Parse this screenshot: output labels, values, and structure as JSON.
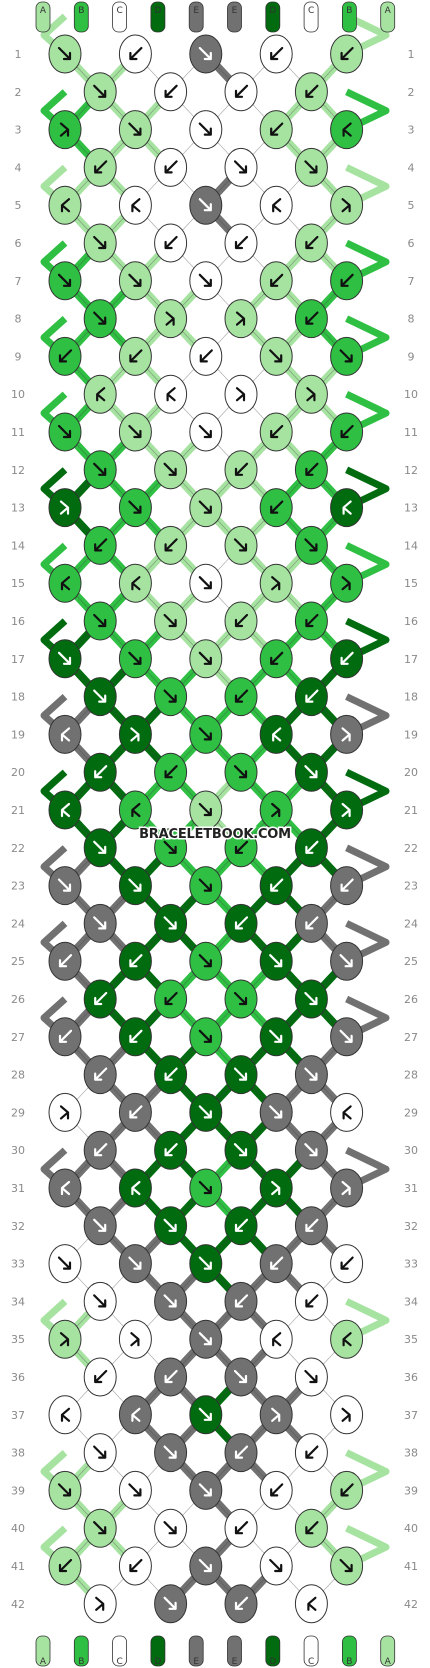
{
  "watermark": "BRACELETBOOK.COM",
  "string_letters": [
    "A",
    "B",
    "C",
    "D",
    "E",
    "E",
    "D",
    "C",
    "B",
    "A"
  ],
  "string_colors": {
    "A": "#a6e3a1",
    "B": "#2ebf43",
    "C": "#ffffff",
    "D": "#006b0f",
    "E": "#717171"
  },
  "row_count": 42,
  "row_numbers": [
    "1",
    "2",
    "3",
    "4",
    "5",
    "6",
    "7",
    "8",
    "9",
    "10",
    "11",
    "12",
    "13",
    "14",
    "15",
    "16",
    "17",
    "18",
    "19",
    "20",
    "21",
    "22",
    "23",
    "24",
    "25",
    "26",
    "27",
    "28",
    "29",
    "30",
    "31",
    "32",
    "33",
    "34",
    "35",
    "36",
    "37",
    "38",
    "39",
    "40",
    "41",
    "42"
  ],
  "rows": [
    {
      "knots": [
        {
          "c": "A",
          "d": "se"
        },
        {
          "c": "C",
          "d": "sw"
        },
        {
          "c": "E",
          "d": "se"
        },
        {
          "c": "C",
          "d": "sw"
        },
        {
          "c": "A",
          "d": "sw"
        }
      ]
    },
    {
      "knots": [
        {
          "c": "A",
          "d": "se"
        },
        {
          "c": "C",
          "d": "sw"
        },
        {
          "c": "C",
          "d": "sw"
        },
        {
          "c": "A",
          "d": "sw"
        }
      ]
    },
    {
      "knots": [
        {
          "c": "B",
          "d": "be"
        },
        {
          "c": "A",
          "d": "se"
        },
        {
          "c": "C",
          "d": "se"
        },
        {
          "c": "A",
          "d": "sw"
        },
        {
          "c": "B",
          "d": "bw"
        }
      ]
    },
    {
      "knots": [
        {
          "c": "A",
          "d": "sw"
        },
        {
          "c": "C",
          "d": "sw"
        },
        {
          "c": "C",
          "d": "se"
        },
        {
          "c": "A",
          "d": "se"
        }
      ]
    },
    {
      "knots": [
        {
          "c": "A",
          "d": "bw"
        },
        {
          "c": "C",
          "d": "bw"
        },
        {
          "c": "E",
          "d": "se"
        },
        {
          "c": "C",
          "d": "bw"
        },
        {
          "c": "A",
          "d": "be"
        }
      ]
    },
    {
      "knots": [
        {
          "c": "A",
          "d": "se"
        },
        {
          "c": "C",
          "d": "sw"
        },
        {
          "c": "C",
          "d": "sw"
        },
        {
          "c": "A",
          "d": "sw"
        }
      ]
    },
    {
      "knots": [
        {
          "c": "B",
          "d": "se"
        },
        {
          "c": "A",
          "d": "se"
        },
        {
          "c": "C",
          "d": "se"
        },
        {
          "c": "A",
          "d": "sw"
        },
        {
          "c": "B",
          "d": "sw"
        }
      ]
    },
    {
      "knots": [
        {
          "c": "B",
          "d": "se"
        },
        {
          "c": "A",
          "d": "be"
        },
        {
          "c": "A",
          "d": "be"
        },
        {
          "c": "B",
          "d": "sw"
        }
      ]
    },
    {
      "knots": [
        {
          "c": "B",
          "d": "sw"
        },
        {
          "c": "A",
          "d": "sw"
        },
        {
          "c": "C",
          "d": "sw"
        },
        {
          "c": "A",
          "d": "se"
        },
        {
          "c": "B",
          "d": "se"
        }
      ]
    },
    {
      "knots": [
        {
          "c": "A",
          "d": "bw"
        },
        {
          "c": "C",
          "d": "bw"
        },
        {
          "c": "C",
          "d": "be"
        },
        {
          "c": "A",
          "d": "be"
        }
      ]
    },
    {
      "knots": [
        {
          "c": "B",
          "d": "se"
        },
        {
          "c": "A",
          "d": "se"
        },
        {
          "c": "C",
          "d": "se"
        },
        {
          "c": "A",
          "d": "sw"
        },
        {
          "c": "B",
          "d": "sw"
        }
      ]
    },
    {
      "knots": [
        {
          "c": "B",
          "d": "se"
        },
        {
          "c": "A",
          "d": "se"
        },
        {
          "c": "A",
          "d": "sw"
        },
        {
          "c": "B",
          "d": "sw"
        }
      ]
    },
    {
      "knots": [
        {
          "c": "D",
          "d": "be"
        },
        {
          "c": "B",
          "d": "se"
        },
        {
          "c": "A",
          "d": "se"
        },
        {
          "c": "B",
          "d": "sw"
        },
        {
          "c": "D",
          "d": "bw"
        }
      ]
    },
    {
      "knots": [
        {
          "c": "B",
          "d": "sw"
        },
        {
          "c": "A",
          "d": "sw"
        },
        {
          "c": "A",
          "d": "se"
        },
        {
          "c": "B",
          "d": "se"
        }
      ]
    },
    {
      "knots": [
        {
          "c": "B",
          "d": "bw"
        },
        {
          "c": "A",
          "d": "bw"
        },
        {
          "c": "C",
          "d": "se"
        },
        {
          "c": "A",
          "d": "be"
        },
        {
          "c": "B",
          "d": "be"
        }
      ]
    },
    {
      "knots": [
        {
          "c": "B",
          "d": "se"
        },
        {
          "c": "A",
          "d": "se"
        },
        {
          "c": "A",
          "d": "sw"
        },
        {
          "c": "B",
          "d": "sw"
        }
      ]
    },
    {
      "knots": [
        {
          "c": "D",
          "d": "se"
        },
        {
          "c": "B",
          "d": "se"
        },
        {
          "c": "A",
          "d": "se"
        },
        {
          "c": "B",
          "d": "sw"
        },
        {
          "c": "D",
          "d": "sw"
        }
      ]
    },
    {
      "knots": [
        {
          "c": "D",
          "d": "se"
        },
        {
          "c": "B",
          "d": "se"
        },
        {
          "c": "B",
          "d": "sw"
        },
        {
          "c": "D",
          "d": "sw"
        }
      ]
    },
    {
      "knots": [
        {
          "c": "E",
          "d": "bw"
        },
        {
          "c": "D",
          "d": "be"
        },
        {
          "c": "B",
          "d": "se"
        },
        {
          "c": "D",
          "d": "bw"
        },
        {
          "c": "E",
          "d": "be"
        }
      ]
    },
    {
      "knots": [
        {
          "c": "D",
          "d": "sw"
        },
        {
          "c": "B",
          "d": "sw"
        },
        {
          "c": "B",
          "d": "se"
        },
        {
          "c": "D",
          "d": "se"
        }
      ]
    },
    {
      "knots": [
        {
          "c": "D",
          "d": "bw"
        },
        {
          "c": "B",
          "d": "bw"
        },
        {
          "c": "A",
          "d": "se"
        },
        {
          "c": "B",
          "d": "be"
        },
        {
          "c": "D",
          "d": "be"
        }
      ]
    },
    {
      "knots": [
        {
          "c": "D",
          "d": "se"
        },
        {
          "c": "B",
          "d": "se"
        },
        {
          "c": "B",
          "d": "sw"
        },
        {
          "c": "D",
          "d": "sw"
        }
      ]
    },
    {
      "knots": [
        {
          "c": "E",
          "d": "se"
        },
        {
          "c": "D",
          "d": "se"
        },
        {
          "c": "B",
          "d": "se"
        },
        {
          "c": "D",
          "d": "sw"
        },
        {
          "c": "E",
          "d": "sw"
        }
      ]
    },
    {
      "knots": [
        {
          "c": "E",
          "d": "se"
        },
        {
          "c": "D",
          "d": "se"
        },
        {
          "c": "D",
          "d": "sw"
        },
        {
          "c": "E",
          "d": "sw"
        }
      ]
    },
    {
      "knots": [
        {
          "c": "E",
          "d": "sw"
        },
        {
          "c": "D",
          "d": "sw"
        },
        {
          "c": "B",
          "d": "se"
        },
        {
          "c": "D",
          "d": "se"
        },
        {
          "c": "E",
          "d": "se"
        }
      ]
    },
    {
      "knots": [
        {
          "c": "D",
          "d": "sw"
        },
        {
          "c": "B",
          "d": "sw"
        },
        {
          "c": "B",
          "d": "se"
        },
        {
          "c": "D",
          "d": "se"
        }
      ]
    },
    {
      "knots": [
        {
          "c": "E",
          "d": "sw"
        },
        {
          "c": "D",
          "d": "sw"
        },
        {
          "c": "B",
          "d": "se"
        },
        {
          "c": "D",
          "d": "se"
        },
        {
          "c": "E",
          "d": "se"
        }
      ]
    },
    {
      "knots": [
        {
          "c": "E",
          "d": "sw"
        },
        {
          "c": "D",
          "d": "sw"
        },
        {
          "c": "D",
          "d": "se"
        },
        {
          "c": "E",
          "d": "se"
        }
      ]
    },
    {
      "knots": [
        {
          "c": "C",
          "d": "be"
        },
        {
          "c": "E",
          "d": "sw"
        },
        {
          "c": "D",
          "d": "se"
        },
        {
          "c": "E",
          "d": "se"
        },
        {
          "c": "C",
          "d": "bw"
        }
      ]
    },
    {
      "knots": [
        {
          "c": "E",
          "d": "sw"
        },
        {
          "c": "D",
          "d": "sw"
        },
        {
          "c": "D",
          "d": "se"
        },
        {
          "c": "E",
          "d": "se"
        }
      ]
    },
    {
      "knots": [
        {
          "c": "E",
          "d": "bw"
        },
        {
          "c": "D",
          "d": "bw"
        },
        {
          "c": "B",
          "d": "se"
        },
        {
          "c": "D",
          "d": "be"
        },
        {
          "c": "E",
          "d": "be"
        }
      ]
    },
    {
      "knots": [
        {
          "c": "E",
          "d": "se"
        },
        {
          "c": "D",
          "d": "se"
        },
        {
          "c": "D",
          "d": "sw"
        },
        {
          "c": "E",
          "d": "sw"
        }
      ]
    },
    {
      "knots": [
        {
          "c": "C",
          "d": "se"
        },
        {
          "c": "E",
          "d": "se"
        },
        {
          "c": "D",
          "d": "se"
        },
        {
          "c": "E",
          "d": "sw"
        },
        {
          "c": "C",
          "d": "sw"
        }
      ]
    },
    {
      "knots": [
        {
          "c": "C",
          "d": "se"
        },
        {
          "c": "E",
          "d": "se"
        },
        {
          "c": "E",
          "d": "sw"
        },
        {
          "c": "C",
          "d": "sw"
        }
      ]
    },
    {
      "knots": [
        {
          "c": "A",
          "d": "be"
        },
        {
          "c": "C",
          "d": "be"
        },
        {
          "c": "E",
          "d": "se"
        },
        {
          "c": "C",
          "d": "bw"
        },
        {
          "c": "A",
          "d": "bw"
        }
      ]
    },
    {
      "knots": [
        {
          "c": "C",
          "d": "sw"
        },
        {
          "c": "E",
          "d": "sw"
        },
        {
          "c": "E",
          "d": "se"
        },
        {
          "c": "C",
          "d": "se"
        }
      ]
    },
    {
      "knots": [
        {
          "c": "C",
          "d": "bw"
        },
        {
          "c": "E",
          "d": "bw"
        },
        {
          "c": "D",
          "d": "se"
        },
        {
          "c": "E",
          "d": "be"
        },
        {
          "c": "C",
          "d": "be"
        }
      ]
    },
    {
      "knots": [
        {
          "c": "C",
          "d": "se"
        },
        {
          "c": "E",
          "d": "se"
        },
        {
          "c": "E",
          "d": "sw"
        },
        {
          "c": "C",
          "d": "sw"
        }
      ]
    },
    {
      "knots": [
        {
          "c": "A",
          "d": "se"
        },
        {
          "c": "C",
          "d": "se"
        },
        {
          "c": "E",
          "d": "se"
        },
        {
          "c": "C",
          "d": "sw"
        },
        {
          "c": "A",
          "d": "sw"
        }
      ]
    },
    {
      "knots": [
        {
          "c": "A",
          "d": "se"
        },
        {
          "c": "C",
          "d": "se"
        },
        {
          "c": "C",
          "d": "sw"
        },
        {
          "c": "A",
          "d": "sw"
        }
      ]
    },
    {
      "knots": [
        {
          "c": "A",
          "d": "sw"
        },
        {
          "c": "C",
          "d": "sw"
        },
        {
          "c": "E",
          "d": "se"
        },
        {
          "c": "C",
          "d": "se"
        },
        {
          "c": "A",
          "d": "se"
        }
      ]
    },
    {
      "knots": [
        {
          "c": "C",
          "d": "be"
        },
        {
          "c": "E",
          "d": "se"
        },
        {
          "c": "E",
          "d": "sw"
        },
        {
          "c": "C",
          "d": "bw"
        }
      ]
    }
  ]
}
